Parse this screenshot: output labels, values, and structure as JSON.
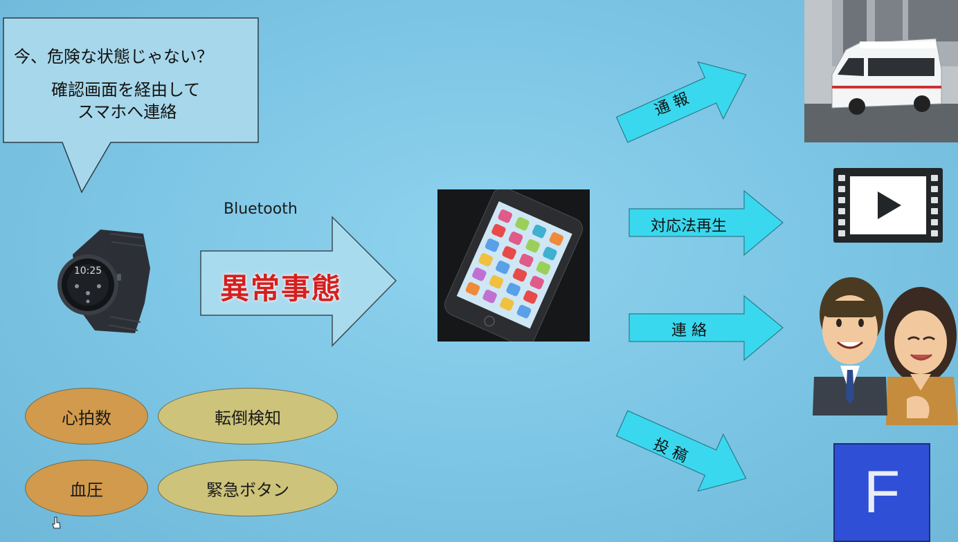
{
  "bubble": {
    "line1": "今、危険な状態じゃない？",
    "line2": "確認画面を経由して",
    "line3": "スマホへ連絡"
  },
  "main_arrow": {
    "caption": "Bluetooth",
    "label": "異常事態"
  },
  "watch": {
    "display": "10:25"
  },
  "sensors": [
    {
      "label": "心拍数"
    },
    {
      "label": "転倒検知"
    },
    {
      "label": "血圧"
    },
    {
      "label": "緊急ボタン"
    }
  ],
  "actions": [
    {
      "label": "通 報"
    },
    {
      "label": "対応法再生"
    },
    {
      "label": "連 絡"
    },
    {
      "label": "投 稿"
    }
  ],
  "facebook_tile": {
    "letter": "F"
  },
  "colors": {
    "arrow_cyan": "#3ad8ee",
    "main_arrow_fill": "#a9dbee",
    "alert_red": "#d42020",
    "oval_orange": "#d19a4c",
    "oval_khaki": "#cdc37a",
    "facebook_blue": "#2f4fd6"
  }
}
